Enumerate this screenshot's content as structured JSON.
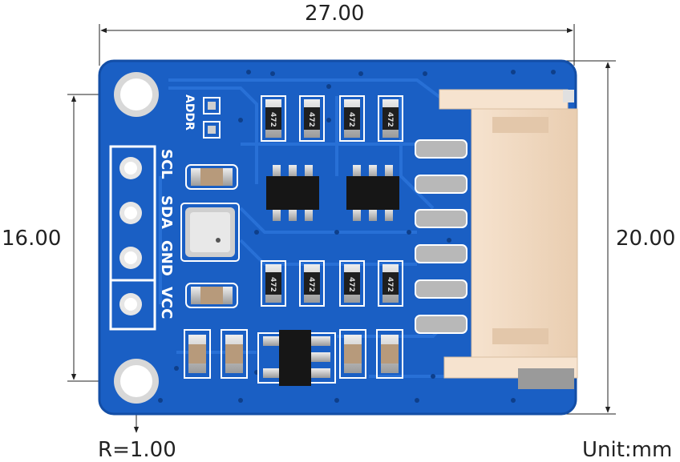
{
  "dimensions": {
    "width": "27.00",
    "height_outer": "20.00",
    "height_holes": "16.00",
    "radius": "R=1.00",
    "unit": "Unit:mm"
  },
  "board": {
    "pin_labels": [
      "SCL",
      "SDA",
      "GND",
      "VCC"
    ],
    "addr_label": "ADDR",
    "resistor_label": "472",
    "colors": {
      "pcb": "#1a5fc4",
      "pcb_dark": "#134ea6",
      "trace": "#2a72d8",
      "gold": "#c9c9c9",
      "connector": "#f3dcc4"
    }
  }
}
